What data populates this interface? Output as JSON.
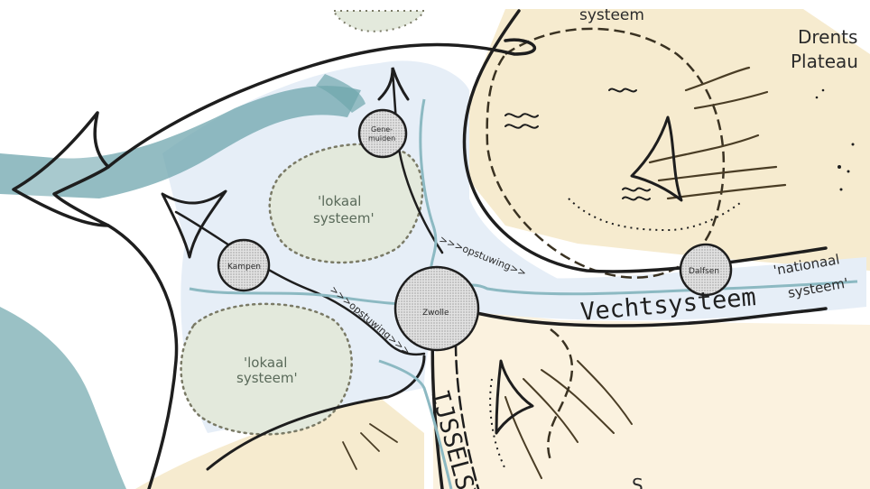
{
  "colors": {
    "water_light": "#e6eef7",
    "water_band": "#6fa6ad",
    "sand": "#f6ebcf",
    "sand_light": "#fbf2df",
    "local_system": "#e3e9dc",
    "town_fill": "#d9d9d9",
    "line": "#1e1e1e",
    "river": "#8cb9c2"
  },
  "labels": {
    "top_system": "systeem",
    "drents_line1": "Drents",
    "drents_line2": "Plateau",
    "local_system_1_line1": "'lokaal",
    "local_system_1_line2": "systeem'",
    "local_system_2_line1": "'lokaal",
    "local_system_2_line2": "systeem'",
    "national_line1": "'nationaal",
    "national_line2": "systeem'",
    "vecht": "Vechtsysteem",
    "ijssel": "IJSSELSY",
    "opstuwing_1": ">>>opstuwing>>",
    "opstuwing_2": ">>>opstuwing>>>",
    "bottom_partial": "S"
  },
  "towns": [
    {
      "name": "Gene-",
      "name2": "muiden"
    },
    {
      "name": "Kampen"
    },
    {
      "name": "Zwolle"
    },
    {
      "name": "Dalfsen"
    }
  ],
  "icons": {
    "arrow_west": "arrow-west-icon",
    "arrow_north": "arrow-north-icon",
    "wave": "wave-icon"
  }
}
